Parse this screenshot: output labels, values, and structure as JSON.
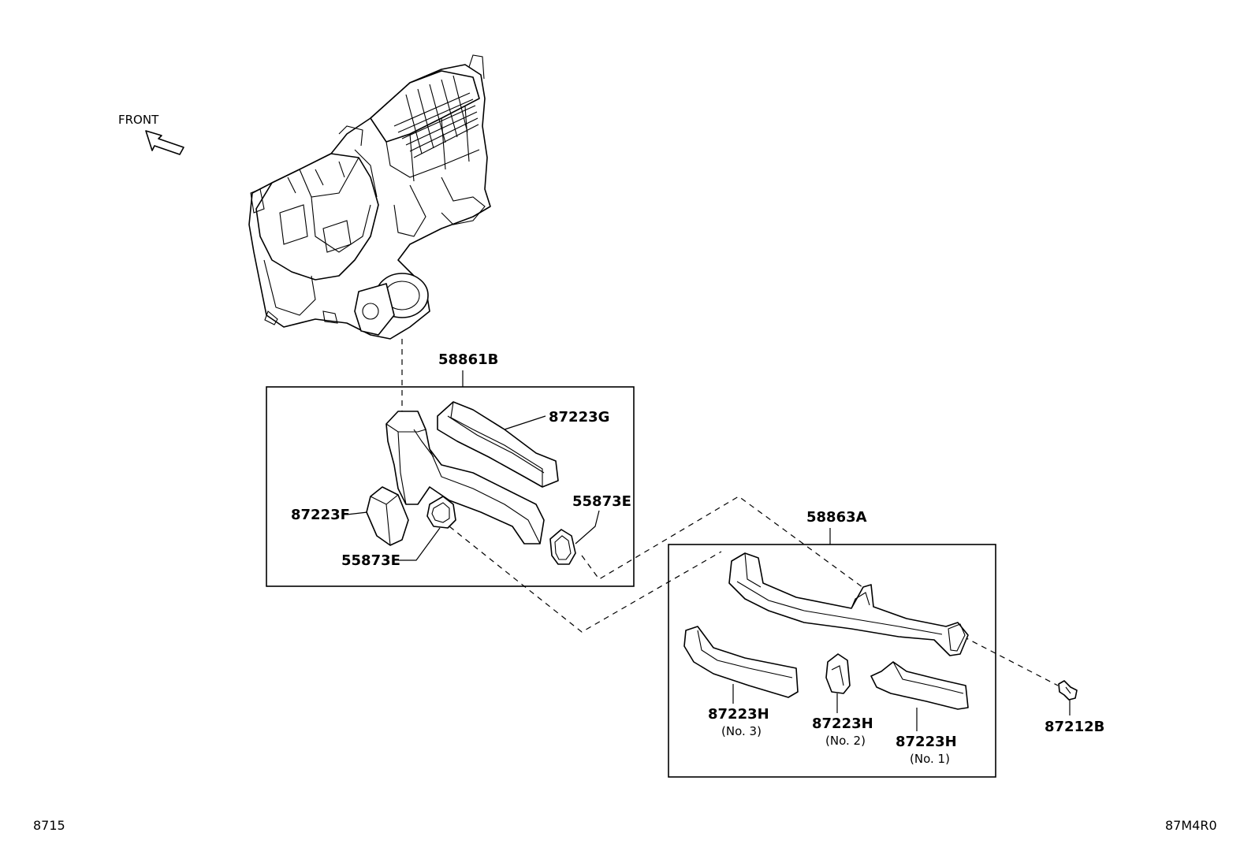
{
  "orientation_label": "FRONT",
  "footer": {
    "left_code": "8715",
    "right_code": "87M4R0"
  },
  "groups": [
    {
      "part_number": "58861B"
    },
    {
      "part_number": "58863A"
    }
  ],
  "callouts": {
    "p87223G": "87223G",
    "p87223F": "87223F",
    "p55873E_right": "55873E",
    "p55873E_left": "55873E",
    "p87223H_no3": "87223H",
    "p87223H_no3_sub": "(No. 3)",
    "p87223H_no2": "87223H",
    "p87223H_no2_sub": "(No. 2)",
    "p87223H_no1": "87223H",
    "p87223H_no1_sub": "(No. 1)",
    "p87212B": "87212B"
  }
}
